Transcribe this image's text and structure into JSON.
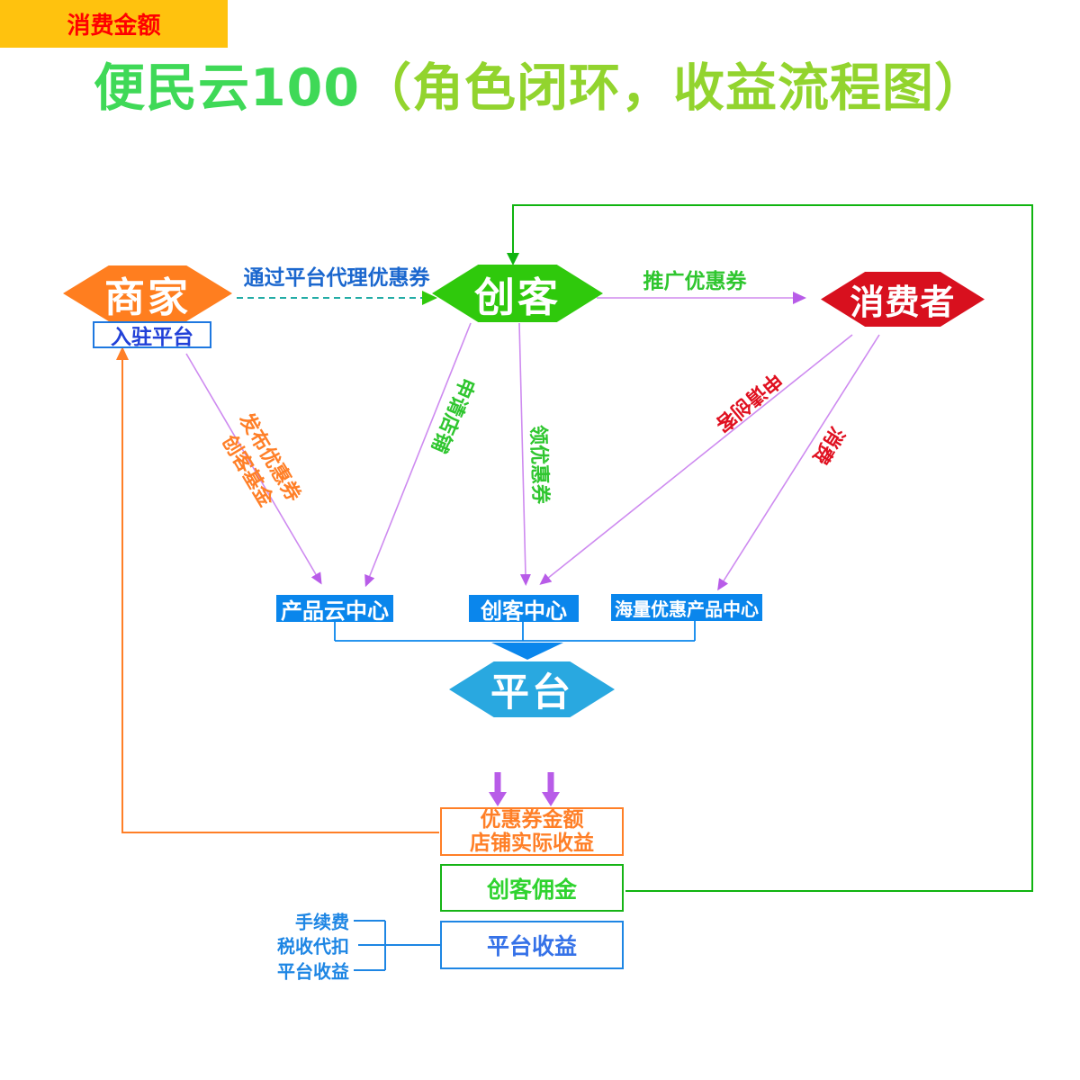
{
  "title": {
    "brand": "便民云100",
    "subtitle": "（角色闭环，收益流程图）"
  },
  "nodes": {
    "merchant": {
      "label": "商家",
      "color": "#FF7E1F"
    },
    "maker": {
      "label": "创客",
      "color": "#2FC90C"
    },
    "consumer": {
      "label": "消费者",
      "color": "#D8101E"
    },
    "platform": {
      "label": "平台",
      "color": "#29A8E0"
    },
    "join_platform": {
      "label": "入驻平台"
    },
    "product_cloud_center": {
      "label": "产品云中心",
      "color": "#0A86EC"
    },
    "maker_center": {
      "label": "创客中心",
      "color": "#0A86EC"
    },
    "mass_discount_center": {
      "label": "海量优惠产品中心",
      "color": "#0A86EC"
    },
    "consumption_amount": {
      "label": "消费金额",
      "color": "#FFC20E",
      "text_color": "#FF0000"
    },
    "coupon_amount": {
      "line1": "优惠券金额",
      "line2": "店铺实际收益",
      "color": "#FF7F27"
    },
    "maker_commission": {
      "label": "创客佣金",
      "color": "#16B416"
    },
    "platform_revenue": {
      "label": "平台收益",
      "color": "#1E86E4"
    }
  },
  "edges": {
    "agent_coupon": "通过平台代理优惠券",
    "promote_coupon": "推广优惠券",
    "publish_coupon": "发布优惠券",
    "maker_fund": "创客基金",
    "apply_shop": "申请店铺",
    "claim_coupon": "领优惠券",
    "apply_maker": "申请创客",
    "consume": "消费"
  },
  "fees": {
    "handling": "手续费",
    "tax_withholding": "税收代扣",
    "platform_income": "平台收益"
  },
  "line_colors": {
    "dashed_teal": "#23ACA6",
    "violet": "#CE8BF0",
    "green_loop": "#10B410",
    "orange_loop": "#FF7F27",
    "blue_connector": "#0A86EC",
    "blue_bus": "#1E86E4"
  }
}
